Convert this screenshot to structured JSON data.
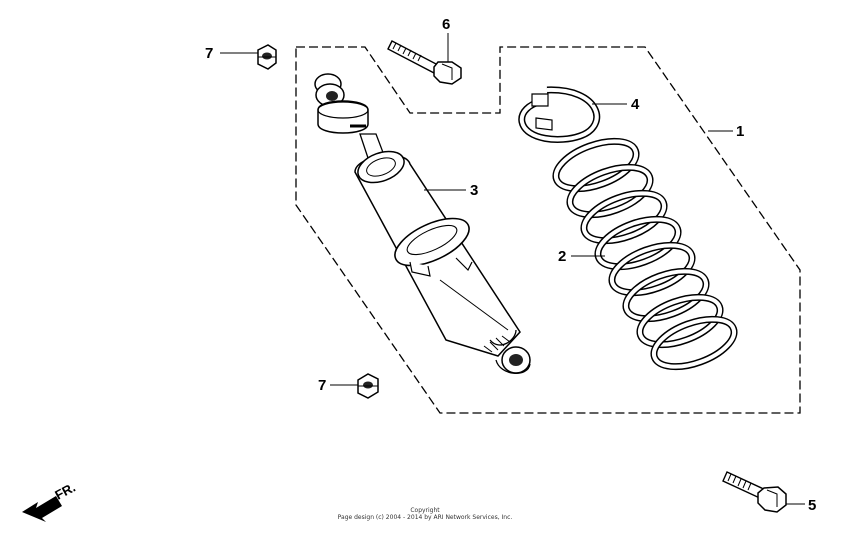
{
  "callouts": {
    "c1": "1",
    "c2": "2",
    "c3": "3",
    "c4": "4",
    "c5": "5",
    "c6": "6",
    "c7a": "7",
    "c7b": "7"
  },
  "direction": {
    "label": "FR."
  },
  "footer": {
    "line1": "Copyright",
    "line2": "Page design (c) 2004 - 2014 by ARI Network Services, Inc."
  }
}
